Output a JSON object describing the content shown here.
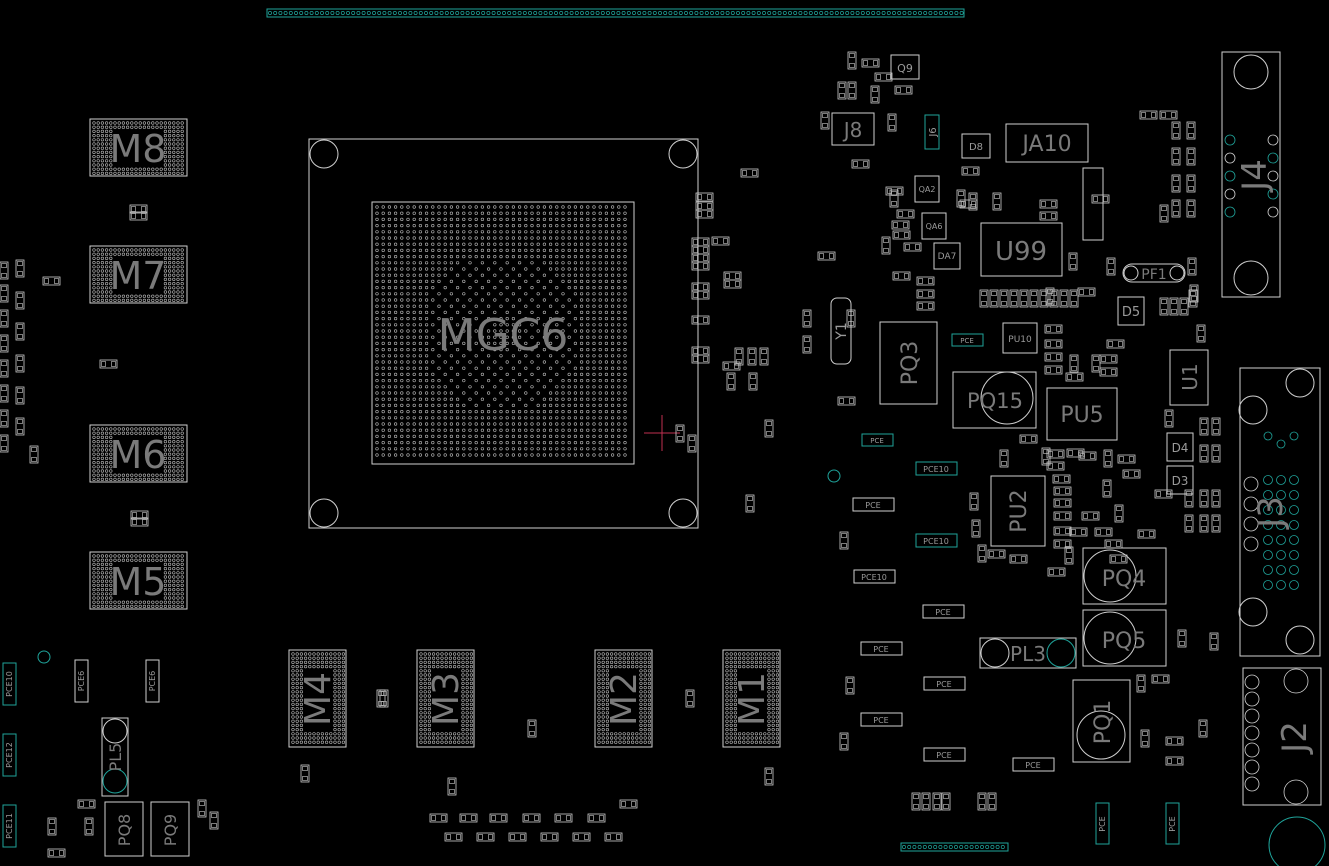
{
  "theme": {
    "background": "#000000",
    "silkscreen": "#cfcfcf",
    "label": "#7a7a7a",
    "pad_teal": "#1fa39a",
    "crosshair": "#c03050"
  },
  "labels": {
    "gpu": "MGC6",
    "m8": "M8",
    "m7": "M7",
    "m6": "M6",
    "m5": "M5",
    "m4": "M4",
    "m3": "M3",
    "m2": "M2",
    "m1": "M1",
    "j8": "J8",
    "ja10": "JA10",
    "u99": "U99",
    "pf1": "PF1",
    "j4": "J4",
    "j2": "J2",
    "j3": "J3",
    "u1": "U1",
    "pq3": "PQ3",
    "pq15": "PQ15",
    "pu5": "PU5",
    "pu2": "PU2",
    "pq4": "PQ4",
    "pq5": "PQ5",
    "pl3": "PL3",
    "pq1": "PQ1",
    "pl5": "PL5",
    "pq8": "PQ8",
    "pq9": "PQ9",
    "y1": "Y1",
    "q9": "Q9",
    "j6": "J6",
    "d5": "D5",
    "d3": "D3",
    "d4": "D4",
    "da7": "DA7",
    "qa6": "QA6",
    "qa2": "QA2",
    "d8": "D8",
    "pu10": "PU10",
    "pce": "PCE",
    "pce10": "PCE10",
    "pce6": "PCE6",
    "pce12": "PCE12",
    "pce11": "PCE11"
  }
}
